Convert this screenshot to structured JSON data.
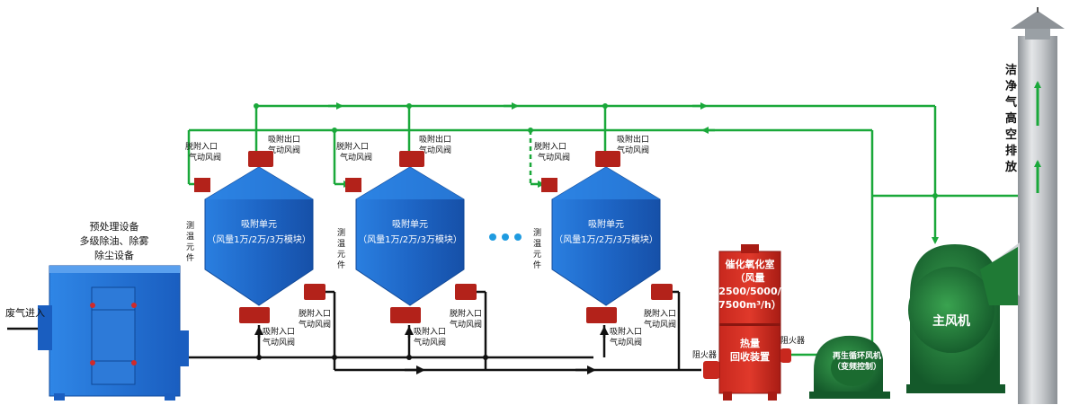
{
  "labels": {
    "waste_gas_in": "废气进入",
    "pretreat_l1": "预处理设备",
    "pretreat_l2": "多级除油、除雾",
    "pretreat_l3": "除尘设备",
    "desorb_inlet_l1": "脱附入口",
    "desorb_inlet_l2": "气动风阀",
    "adsorb_outlet_l1": "吸附出口",
    "adsorb_outlet_l2": "气动风阀",
    "adsorb_unit_l1": "吸附单元",
    "adsorb_unit_l2": "（风量1万/2万/3万模块）",
    "temp_sensor": [
      "测",
      "温",
      "元",
      "件"
    ],
    "adsorb_inlet_l1": "吸附入口",
    "adsorb_inlet_l2": "气动风阀",
    "desorb_outlet_l1": "脱附入口",
    "desorb_outlet_l2": "气动风阀",
    "catalytic_l1": "催化氧化室",
    "catalytic_l2": "（风量",
    "catalytic_l3": "2500/5000/",
    "catalytic_l4": "7500m³/h）",
    "heat_recovery_l1": "热量",
    "heat_recovery_l2": "回收装置",
    "flame_arrester": "阻火器",
    "regen_fan_l1": "再生循环风机",
    "regen_fan_l2": "（变频控制）",
    "main_fan": "主风机",
    "chimney": [
      "洁",
      "净",
      "气",
      "高",
      "空",
      "排",
      "放"
    ]
  },
  "colors": {
    "green_line": "#1aa83a",
    "black_line": "#111111",
    "tower_blue": "#1f6fd1",
    "valve_red": "#b3221a",
    "fan_green": "#1f7a35",
    "chimney_gray": "#b8bcc0"
  }
}
